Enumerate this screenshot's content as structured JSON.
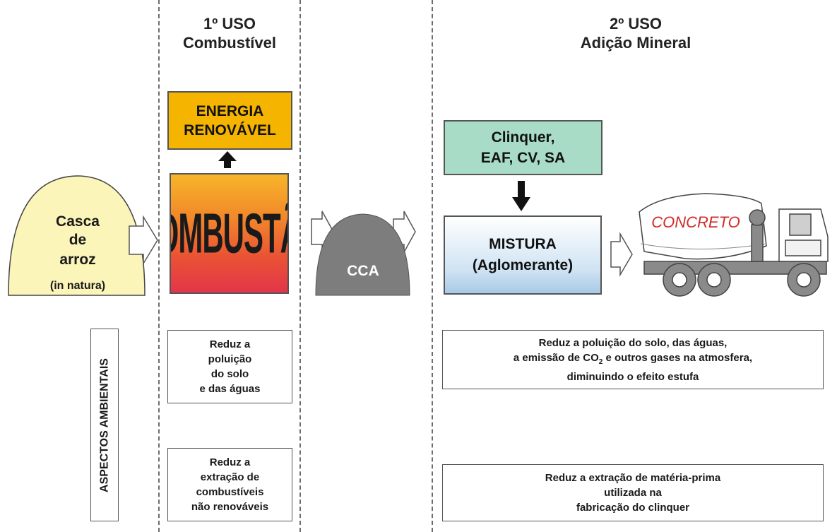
{
  "headers": {
    "first_use": {
      "line1": "1º USO",
      "line2": "Combustível"
    },
    "second_use": {
      "line1": "2º USO",
      "line2": "Adição Mineral"
    }
  },
  "casca": {
    "line1": "Casca",
    "line2": "de",
    "line3": "arroz",
    "line4": "(in  natura)"
  },
  "energia": {
    "line1": "ENERGIA",
    "line2": "RENOVÁVEL"
  },
  "combustao": "COMBUSTÃO",
  "cca": "CCA",
  "clinquer": {
    "line1": "Clinquer,",
    "line2": "EAF, CV, SA"
  },
  "mistura": {
    "line1": "MISTURA",
    "line2": "(Aglomerante)"
  },
  "concreto": "CONCRETO",
  "aspectos": "ASPECTOS AMBIENTAIS",
  "notes": {
    "first_top": [
      "Reduz a",
      "poluição",
      "do solo",
      "e das águas"
    ],
    "first_bottom": [
      "Reduz a",
      "extração de",
      "combustíveis",
      "não renováveis"
    ],
    "second_top": {
      "line1": "Reduz a poluição do solo, das águas,",
      "line2_pre": "a emissão de CO",
      "line2_sub": "2",
      "line2_post": " e outros gases na atmosfera,",
      "line3": "diminuindo o efeito estufa"
    },
    "second_bottom": [
      "Reduz a extração de matéria-prima",
      "utilizada na",
      "fabricação do clinquer"
    ]
  },
  "colors": {
    "casca_fill": "#fbf5b9",
    "energia_fill": "#f4b400",
    "cca_fill": "#7d7d7d",
    "clinquer_fill": "#a8dcc6",
    "concreto_text": "#d42a2a",
    "truck_gray": "#8a8a8a"
  }
}
